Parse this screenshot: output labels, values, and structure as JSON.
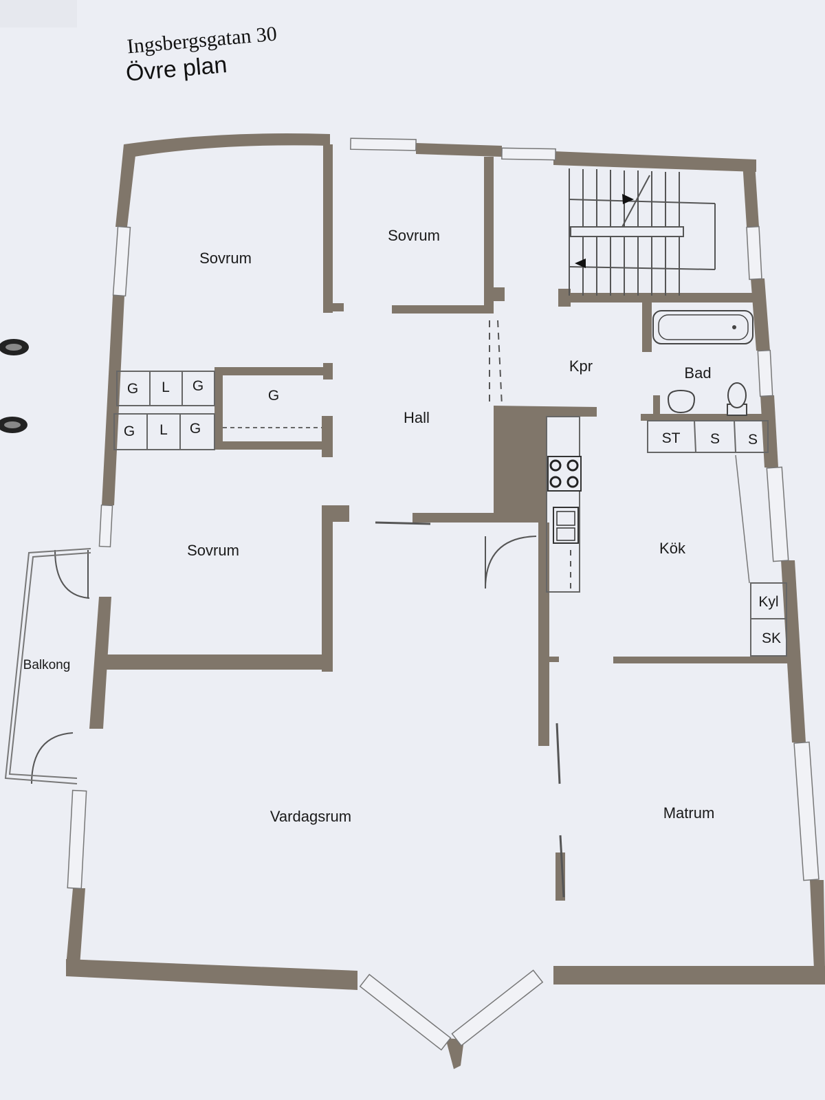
{
  "header": {
    "address": "Ingsbergsgatan 30",
    "floor": "Övre plan"
  },
  "rooms": {
    "sovrum_1": "Sovrum",
    "sovrum_2": "Sovrum",
    "sovrum_3": "Sovrum",
    "hall": "Hall",
    "kpr": "Kpr",
    "bad": "Bad",
    "kok": "Kök",
    "vardagsrum": "Vardagsrum",
    "matrum": "Matrum",
    "balkong": "Balkong"
  },
  "storage": {
    "top": [
      "G",
      "L",
      "G"
    ],
    "bottom": [
      "G",
      "L",
      "G"
    ],
    "closet": "G"
  },
  "bath_cabinets": [
    "ST",
    "S",
    "S"
  ],
  "kitchen": {
    "kyl": "Kyl",
    "sk": "SK"
  },
  "colors": {
    "wall": "#80766a",
    "paper": "#eceef4",
    "background": "#2a2f3a"
  }
}
